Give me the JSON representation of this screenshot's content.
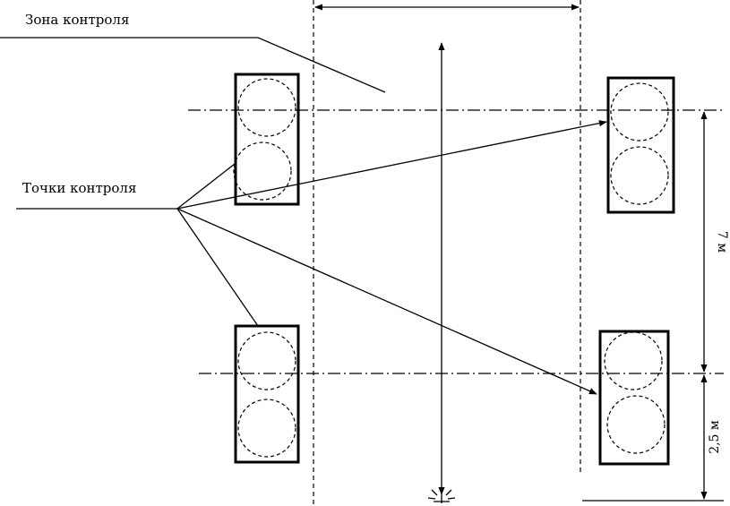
{
  "labels": {
    "control_zone": "Зона контроля",
    "control_points": "Точки контроля",
    "distance_7m": "7 м",
    "distance_2_5m": "2,5 м"
  }
}
